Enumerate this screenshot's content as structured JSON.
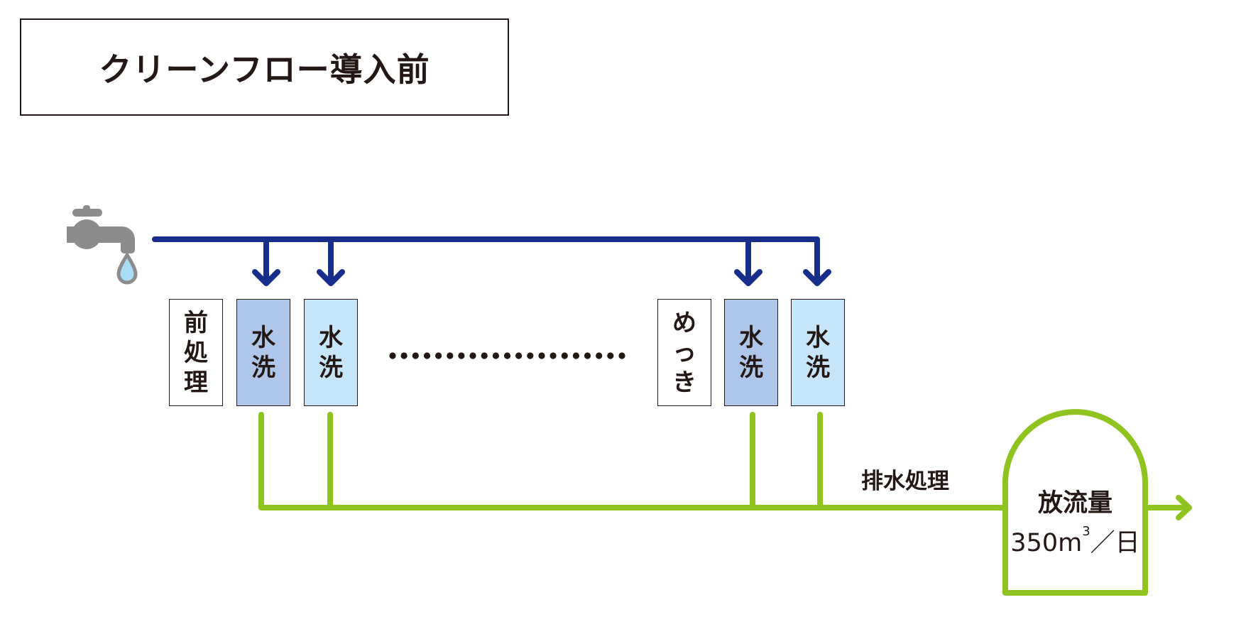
{
  "title": "クリーンフロー導入前",
  "boxes": [
    {
      "id": "pretreatment",
      "label": [
        "前",
        "処",
        "理"
      ],
      "style": "white"
    },
    {
      "id": "rinse-1",
      "label": [
        "水",
        "洗"
      ],
      "style": "dark"
    },
    {
      "id": "rinse-2",
      "label": [
        "水",
        "洗"
      ],
      "style": "light"
    },
    {
      "id": "plating",
      "label": [
        "め",
        "っ",
        "き"
      ],
      "style": "white"
    },
    {
      "id": "rinse-3",
      "label": [
        "水",
        "洗"
      ],
      "style": "dark"
    },
    {
      "id": "rinse-4",
      "label": [
        "水",
        "洗"
      ],
      "style": "light"
    }
  ],
  "ellipsis": "…",
  "ellipsis_dot_count": 21,
  "drain": {
    "label": "排水処理"
  },
  "outflow": {
    "title": "放流量",
    "amount": "350",
    "unit": "m",
    "unit_exponent": "3",
    "per": "／日"
  },
  "icons": {
    "source": "faucet-icon",
    "drop": "water-drop-icon"
  },
  "colors": {
    "supply_line": "#172e8b",
    "drain_line": "#8fc31f",
    "rinse_dark": "#aec6e8",
    "rinse_light": "#c7e5f9",
    "faucet": "#8c8c8c",
    "drop": "#a9dcf5",
    "text": "#231815"
  }
}
